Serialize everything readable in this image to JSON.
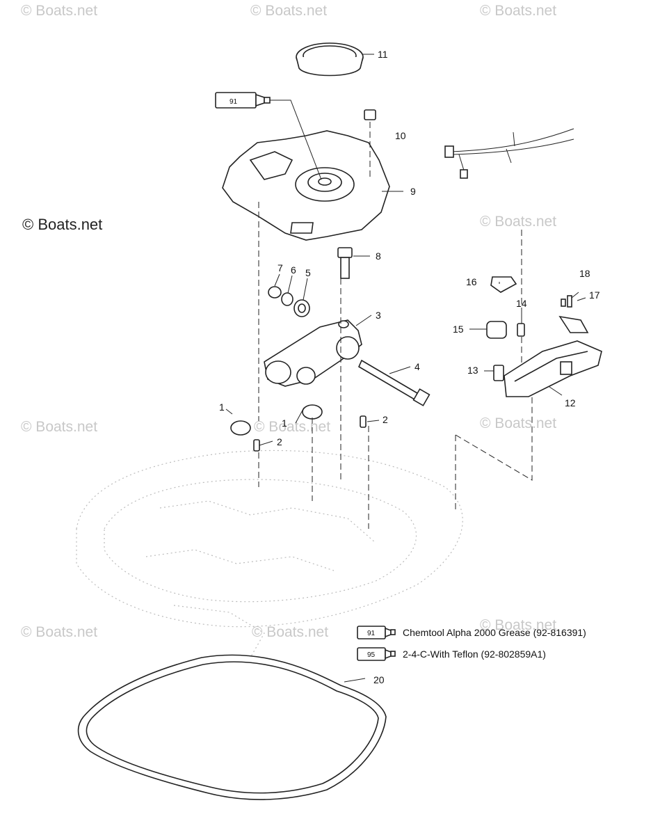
{
  "watermark": "© Boats.net",
  "callouts": {
    "p1a": "1",
    "p1b": "1",
    "p2a": "2",
    "p2b": "2",
    "p3": "3",
    "p4": "4",
    "p5": "5",
    "p6": "6",
    "p7": "7",
    "p8": "8",
    "p9": "9",
    "p10": "10",
    "p11": "11",
    "p12": "12",
    "p13": "13",
    "p14": "14",
    "p15": "15",
    "p16": "16",
    "p17": "17",
    "p18": "18",
    "p20": "20"
  },
  "tubes": {
    "t91": "91",
    "t95": "95"
  },
  "legend": [
    {
      "code": "91",
      "text": "Chemtool Alpha 2000 Grease (92-816391)"
    },
    {
      "code": "95",
      "text": "2-4-C-With Teflon (92-802859A1)"
    }
  ],
  "colors": {
    "line": "#222222",
    "watermark": "#c8c8c8",
    "ghost": "#bbbbbb"
  }
}
